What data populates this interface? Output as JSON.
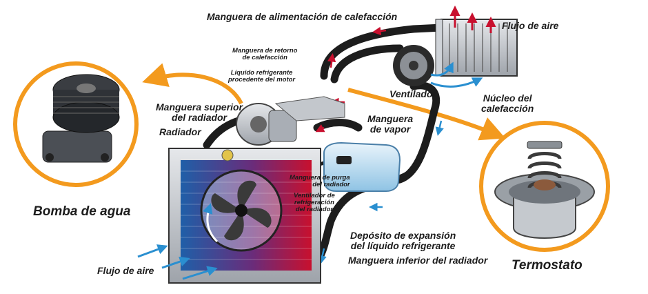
{
  "labels": {
    "heater_supply_hose": "Manguera de alimentación de calefacción",
    "airflow_top": "Flujo de aire",
    "heater_return_hose": "Manguera de retorno\nde calefacción",
    "engine_coolant": "Líquido refrigerante\nprocedente del motor",
    "fan_blower": "Ventilador",
    "heater_core": "Núcleo del\ncalefacción",
    "upper_radiator_hose": "Manguera superior\ndel radiador",
    "vapor_hose": "Manguera\nde vapor",
    "radiator": "Radiador",
    "radiator_bleed_hose": "Manguera de purga\ndel radiador",
    "radiator_cooling_fan": "Ventilador de\nrefrigeración\ndel radiador",
    "expansion_tank": "Depósito de expansión\ndel líquido refrigerante",
    "lower_radiator_hose": "Manguera inferior del radiador",
    "airflow_bottom": "Flujo de aire",
    "water_pump": "Bomba de agua",
    "thermostat": "Termostato"
  },
  "colors": {
    "accent_orange": "#f39a1e",
    "hose_black": "#1d1d1d",
    "hot_red": "#c8102e",
    "cool_blue": "#1f5fa8",
    "arrow_blue": "#2a8fd0",
    "metal": "#b8bcc2"
  },
  "icons": [
    "water-pump-icon",
    "thermostat-icon",
    "radiator-icon",
    "heater-core-icon",
    "blower-fan-icon",
    "expansion-tank-icon"
  ]
}
